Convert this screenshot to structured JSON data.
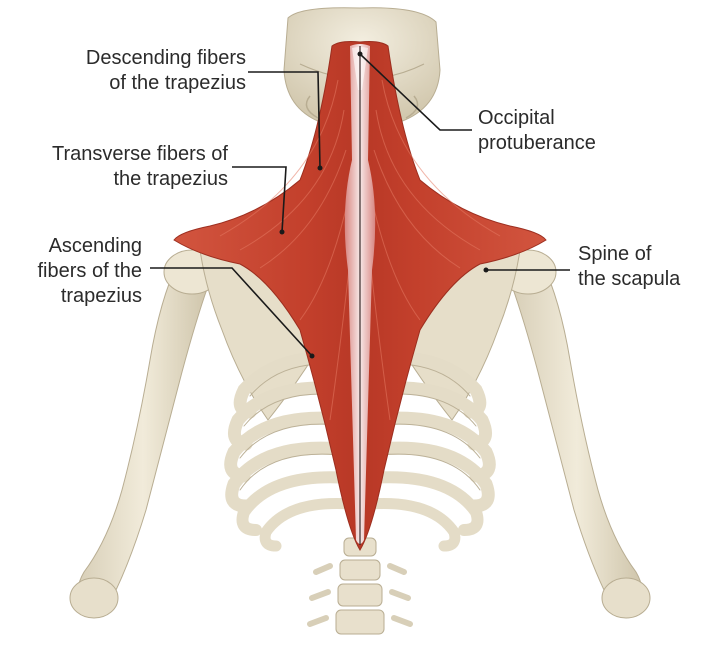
{
  "labels": {
    "descending": {
      "line1": "Descending fibers",
      "line2": "of the trapezius"
    },
    "transverse": {
      "line1": "Transverse fibers of",
      "line2": "the trapezius"
    },
    "ascending": {
      "line1": "Ascending",
      "line2": "fibers of the",
      "line3": "trapezius"
    },
    "occipital": {
      "line1": "Occipital",
      "line2": "protuberance"
    },
    "spine": {
      "line1": "Spine of",
      "line2": "the scapula"
    }
  },
  "colors": {
    "bone": "#e9e2cf",
    "bone_shade": "#c9bfa6",
    "muscle": "#c9432f",
    "muscle_light": "#e0705a",
    "tendon": "#f3e4e4",
    "leader": "#1a1a1a"
  }
}
